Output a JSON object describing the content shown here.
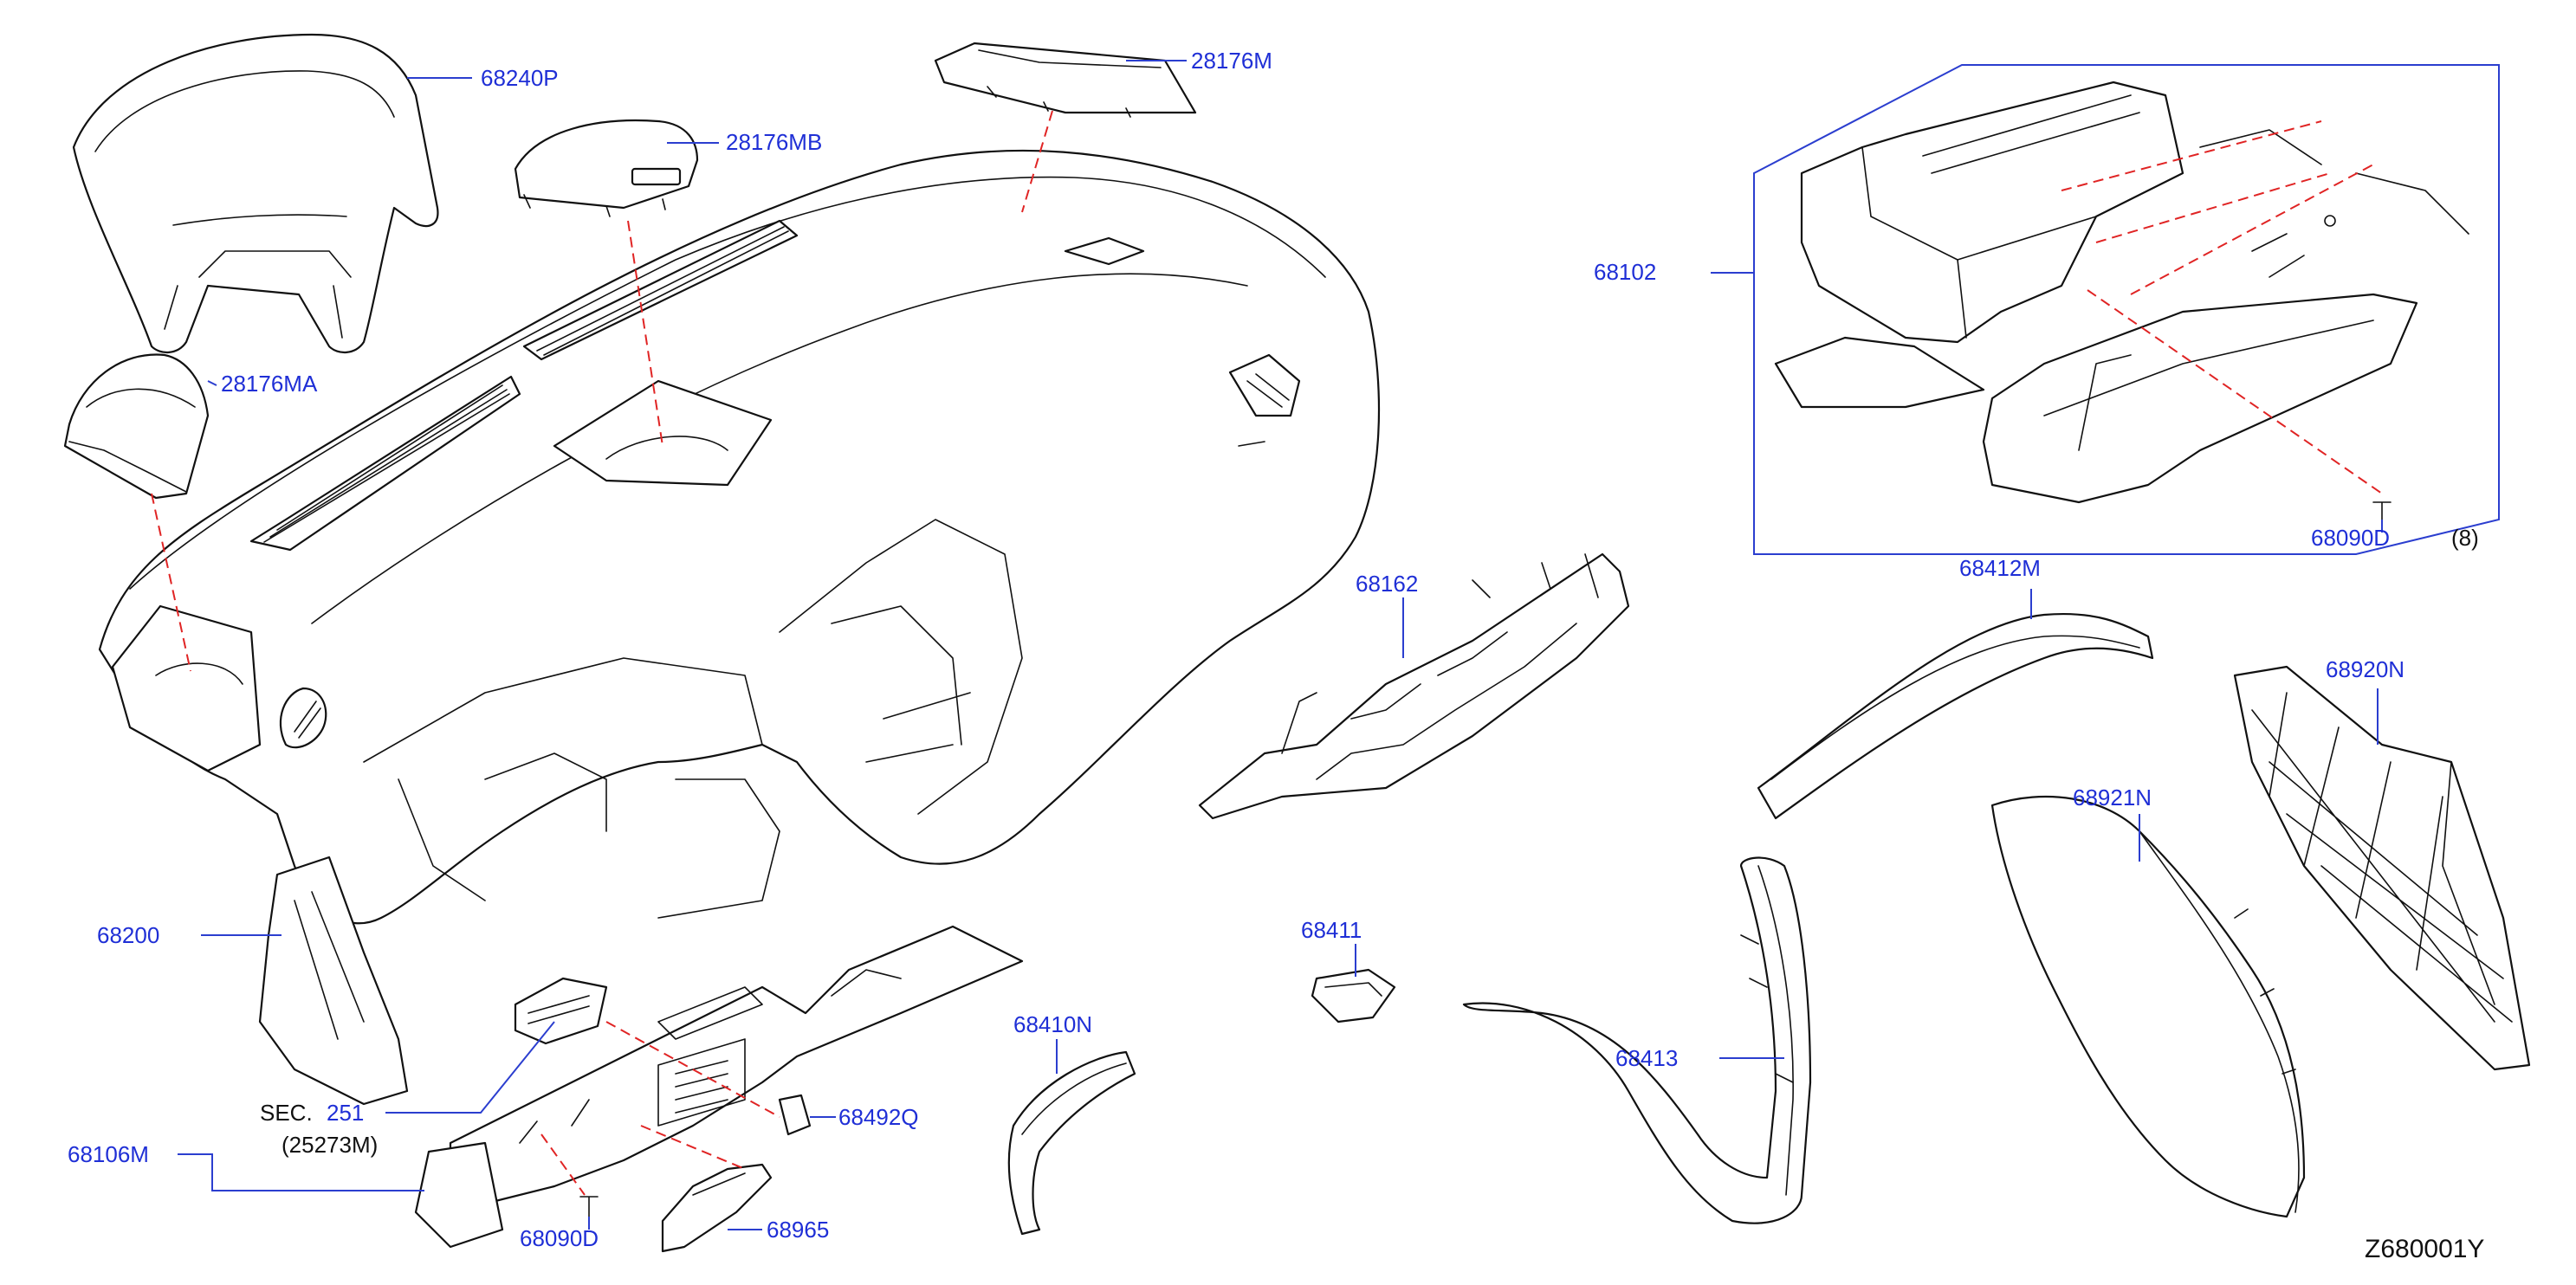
{
  "diagram": {
    "drawing_id": "Z680001Y",
    "labels": {
      "p68240P": "68240P",
      "p28176MB": "28176MB",
      "p28176M": "28176M",
      "p28176MA": "28176MA",
      "p68102": "68102",
      "p68090D_top": "68090D",
      "qty_8": "(8)",
      "p68162": "68162",
      "p68412M": "68412M",
      "p68920N": "68920N",
      "p68921N": "68921N",
      "p68200": "68200",
      "p68411": "68411",
      "p68410N": "68410N",
      "p68413": "68413",
      "sec": "SEC.",
      "sec_num": "251",
      "sec_ref": "(25273M)",
      "p68106M": "68106M",
      "p68492Q": "68492Q",
      "p68090D_bottom": "68090D",
      "p68965": "68965"
    }
  }
}
